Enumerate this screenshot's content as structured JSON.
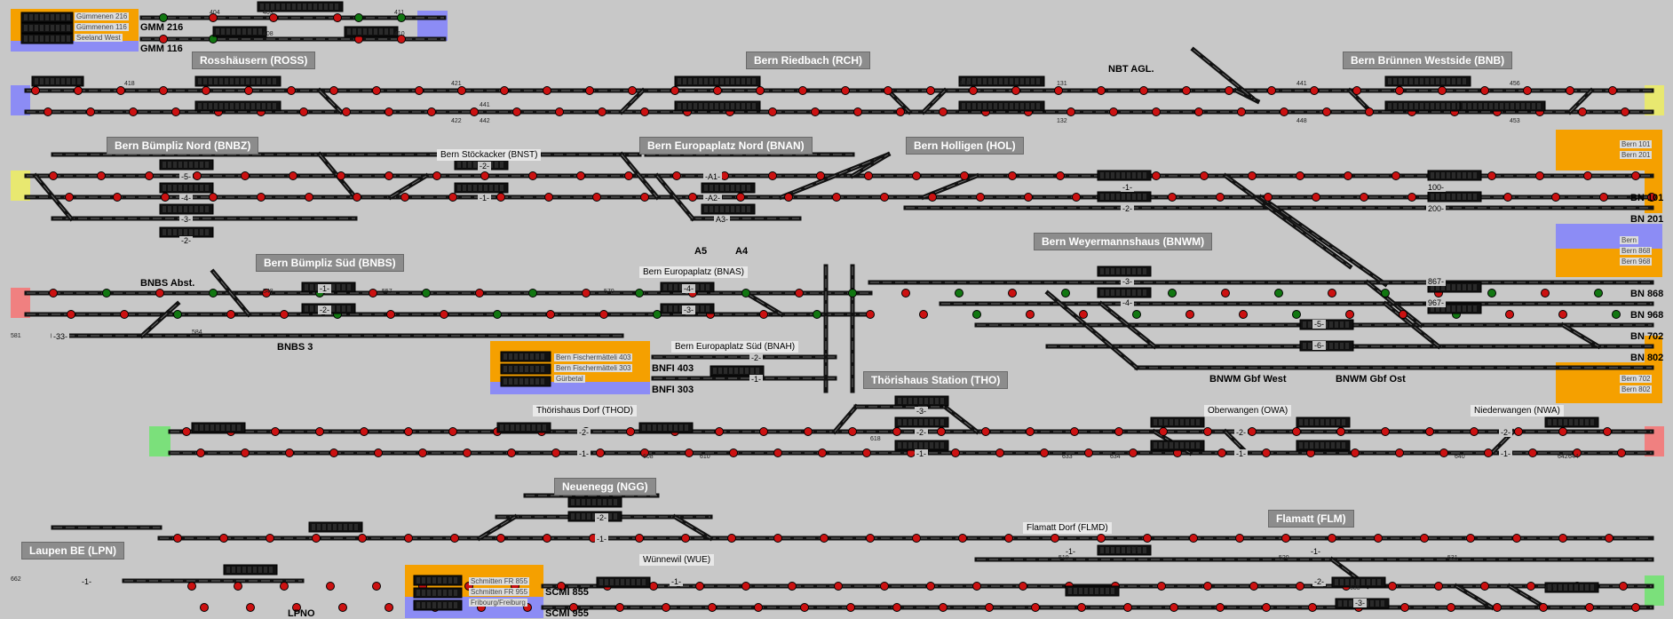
{
  "colors": {
    "background": "#c8c8c8",
    "track": "#111111",
    "signal_red": "#cc1111",
    "signal_green": "#117711",
    "panel_orange": "#f5a000",
    "panel_blue": "#8c8cf5",
    "panel_yellow": "#e8e870",
    "panel_green": "#7be07b",
    "panel_pink": "#f08080",
    "station_label_bg": "#8c8c8c"
  },
  "stations": {
    "rossh": "Rosshäusern (ROSS)",
    "rch": "Bern Riedbach (RCH)",
    "bnb": "Bern Brünnen Westside (BNB)",
    "bnbz": "Bern Bümpliz Nord (BNBZ)",
    "bnan": "Bern Europaplatz Nord (BNAN)",
    "hol": "Bern Holligen (HOL)",
    "bnwm": "Bern Weyermannshaus (BNWM)",
    "bnbs": "Bern Bümpliz Süd (BNBS)",
    "tho": "Thörishaus Station (THO)",
    "ngg": "Neuenegg (NGG)",
    "flm": "Flamatt (FLM)",
    "lpn": "Laupen BE (LPN)",
    "bnst": "Bern Stöckacker (BNST)",
    "bnas": "Bern Europaplatz (BNAS)",
    "bnah": "Bern Europaplatz Süd (BNAH)",
    "thod": "Thörishaus Dorf (THOD)",
    "owa": "Oberwangen (OWA)",
    "nwa": "Niederwangen (NWA)",
    "wue": "Wünnewil (WUE)",
    "flmd": "Flamatt Dorf (FLMD)"
  },
  "blocks": {
    "gmm216": "GMM 216",
    "gmm116": "GMM 116",
    "nbt_agl": "NBT AGL.",
    "bnbs_abst": "BNBS Abst.",
    "bnbs3": "BNBS 3",
    "a5": "A5",
    "a4": "A4",
    "bnfi403": "BNFI 403",
    "bnfi303": "BNFI 303",
    "bn101": "BN 101",
    "bn201": "BN 201",
    "bn868": "BN 868",
    "bn968": "BN 968",
    "bn702": "BN 702",
    "bn802": "BN 802",
    "bnwm_west": "BNWM Gbf West",
    "bnwm_ost": "BNWM Gbf Ost",
    "scmi855": "SCMI 855",
    "scmi955": "SCMI 955",
    "lpno": "LPNO"
  },
  "panels": {
    "gmm": [
      "Gümmenen 216",
      "Gümmenen 116",
      "Seeland West"
    ],
    "bn_top": [
      "Bern 101",
      "Bern 201"
    ],
    "bn_mid": [
      "Bern",
      "Bern 868",
      "Bern 968"
    ],
    "bn_low": [
      "Bern 702",
      "Bern 802"
    ],
    "bnfi": [
      "Bern Fischermätteli 403",
      "Bern Fischermätteli 303",
      "Gürbetal"
    ],
    "scmi": [
      "Schmitten FR 855",
      "Schmitten FR 955",
      "Fribourg/Freiburg"
    ]
  },
  "track_labels": {
    "t1": "-1-",
    "t2": "-2-",
    "t3": "-3-",
    "t4": "-4-",
    "t5": "-5-",
    "t6": "-6-",
    "t33": "-33-",
    "a1": "-A1-",
    "a2": "-A2-",
    "a3": "A3-",
    "t100": "100-",
    "t200": "200-",
    "t867": "867-",
    "t967": "967-"
  },
  "track_numbers": {
    "n404": "404",
    "n408": "408",
    "n410": "410",
    "n411": "411",
    "n409": "409",
    "n406": "406",
    "n421": "421",
    "n422": "422",
    "n441": "441",
    "n442": "442",
    "n418": "418",
    "n448": "448",
    "n131": "131",
    "n132": "132",
    "n441b": "441",
    "n448b": "448",
    "n456": "456",
    "n453": "453",
    "n519": "519",
    "n520": "520",
    "n531": "531",
    "n548": "548",
    "n557": "557",
    "n570": "570",
    "n581": "581",
    "n584": "584",
    "n586": "586",
    "n608": "608",
    "n610": "610",
    "n618": "618",
    "n633": "633",
    "n634": "634",
    "n640": "640",
    "n642": "642",
    "n644": "644",
    "n662": "662",
    "n685": "685",
    "n697": "697"
  }
}
